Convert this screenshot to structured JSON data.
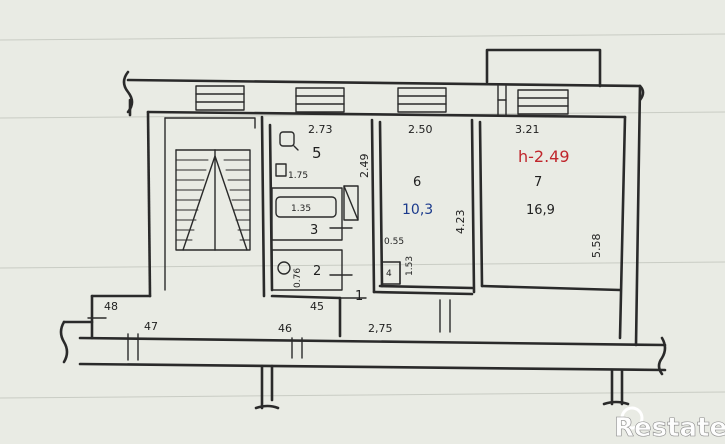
{
  "ceiling_height": "h-2.49",
  "rooms": [
    {
      "key": "r1",
      "number": "1"
    },
    {
      "key": "r2",
      "number": "2"
    },
    {
      "key": "r3",
      "number": "3"
    },
    {
      "key": "r4",
      "number": "4"
    },
    {
      "key": "r5",
      "number": "5"
    },
    {
      "key": "r6",
      "number": "6",
      "area": "10,3"
    },
    {
      "key": "r7",
      "number": "7",
      "area": "16,9"
    }
  ],
  "dimensions": [
    {
      "key": "d273",
      "text": "2.73"
    },
    {
      "key": "d250",
      "text": "2.50"
    },
    {
      "key": "d321",
      "text": "3.21"
    },
    {
      "key": "d249",
      "text": "2.49"
    },
    {
      "key": "d175",
      "text": "1.75"
    },
    {
      "key": "d135",
      "text": "1.35"
    },
    {
      "key": "d423",
      "text": "4.23"
    },
    {
      "key": "d558",
      "text": "5.58"
    },
    {
      "key": "d055",
      "text": "0.55"
    },
    {
      "key": "d153",
      "text": "1.53"
    },
    {
      "key": "d076",
      "text": "0.76"
    },
    {
      "key": "d45",
      "text": "45"
    },
    {
      "key": "d48",
      "text": "48"
    },
    {
      "key": "d47",
      "text": "47"
    },
    {
      "key": "d46",
      "text": "46"
    },
    {
      "key": "d275",
      "text": "2,75"
    }
  ],
  "watermark": "Restate"
}
